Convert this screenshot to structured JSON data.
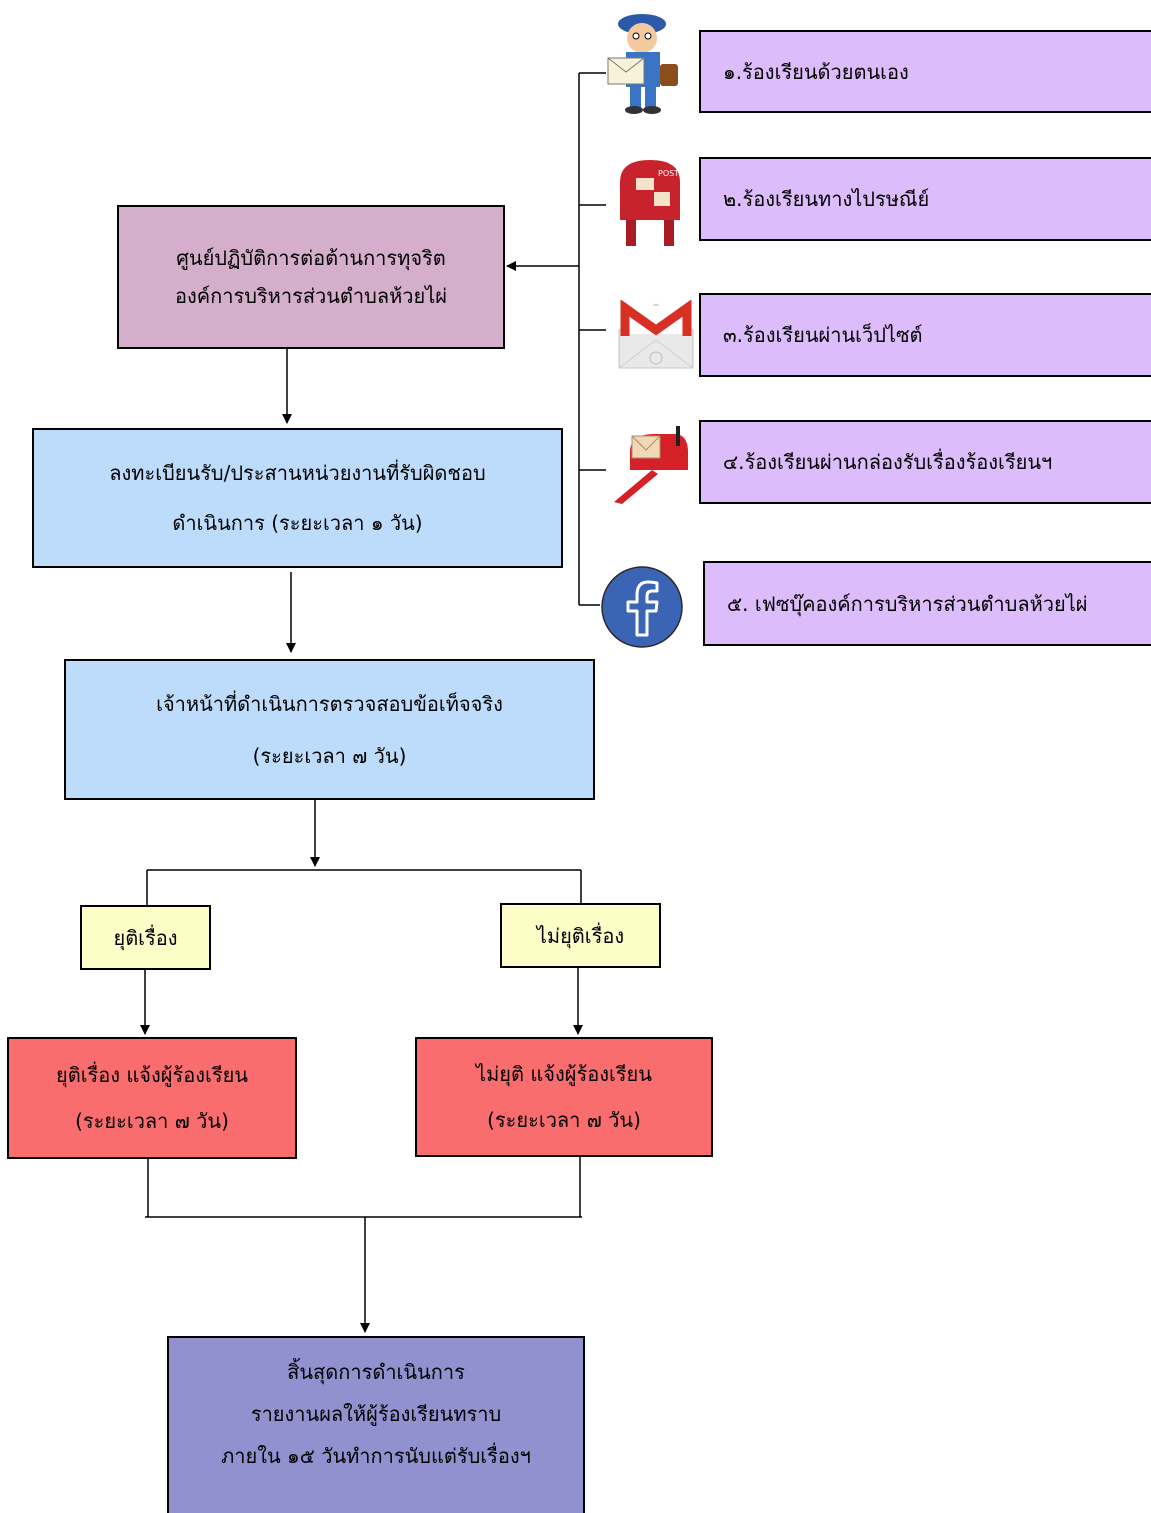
{
  "channels": [
    "๑.ร้องเรียนด้วยตนเอง",
    "๒.ร้องเรียนทางไปรษณีย์",
    "๓.ร้องเรียนผ่านเว็ปไซต์",
    "๔.ร้องเรียนผ่านกล่องรับเรื่องร้องเรียนฯ",
    "๕. เฟซบุ๊คองค์การบริหารส่วนตำบลห้วยไผ่"
  ],
  "center": {
    "line1": "ศูนย์ปฏิบัติการต่อต้านการทุจริต",
    "line2": "องค์การบริหารส่วนตำบลห้วยไผ่"
  },
  "register": {
    "line1": "ลงทะเบียนรับ/ประสานหน่วยงานที่รับผิดชอบ",
    "line2": "ดำเนินการ (ระยะเวลา ๑ วัน)"
  },
  "investigate": {
    "line1": "เจ้าหน้าที่ดำเนินการตรวจสอบข้อเท็จจริง",
    "line2": "(ระยะเวลา ๗ วัน)"
  },
  "branch_end": "ยุติเรื่อง",
  "branch_not_end": "ไม่ยุติเรื่อง",
  "notify_end": {
    "line1": "ยุติเรื่อง แจ้งผู้ร้องเรียน",
    "line2": "(ระยะเวลา ๗ วัน)"
  },
  "notify_not_end": {
    "line1": "ไม่ยุติ แจ้งผู้ร้องเรียน",
    "line2": "(ระยะเวลา ๗ วัน)"
  },
  "final": {
    "line1": "สิ้นสุดการดำเนินการ",
    "line2": "รายงานผลให้ผู้ร้องเรียนทราบ",
    "line3": "ภายใน ๑๕ วันทำการนับแต่รับเรื่องฯ"
  },
  "icons": [
    "mailman-icon",
    "post-box-icon",
    "gmail-icon",
    "mailbox-icon",
    "facebook-icon"
  ],
  "colors": {
    "channel": "#dcbcfa",
    "center": "#d5aecb",
    "process": "#bddcfc",
    "branch": "#fdfdc8",
    "notify": "#f96d6e",
    "final": "#9091ce"
  }
}
